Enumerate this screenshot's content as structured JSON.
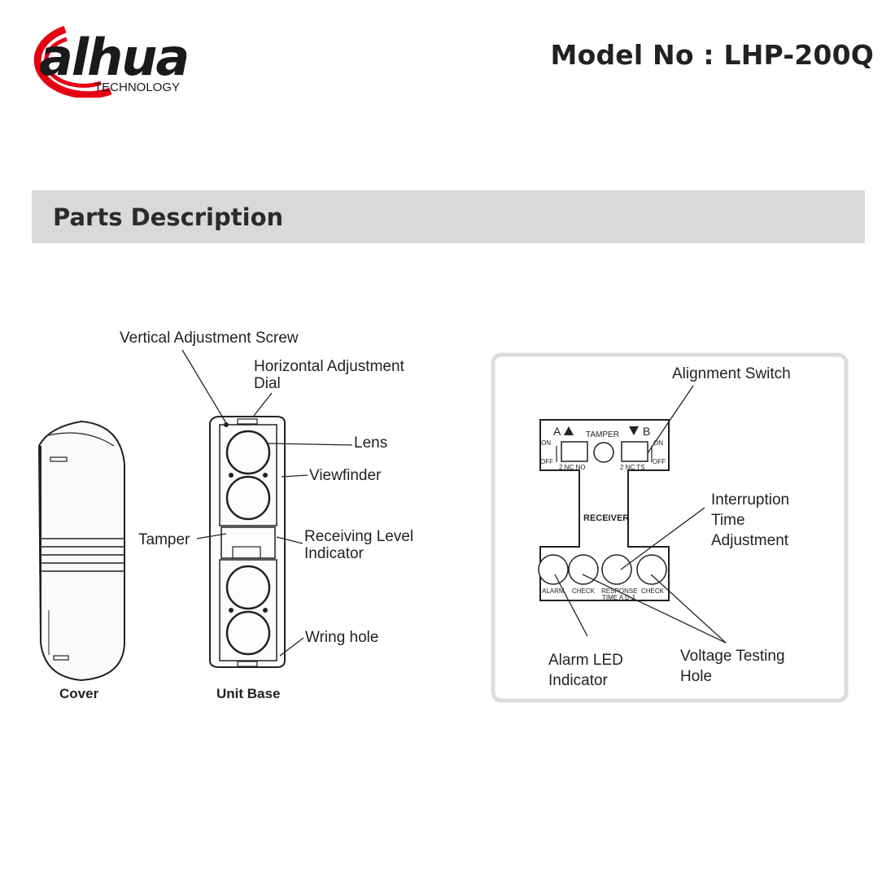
{
  "brand": {
    "name": "alhua",
    "tagline": "TECHNOLOGY",
    "colors": {
      "red": "#e60012",
      "black": "#1a1a1a"
    }
  },
  "header": {
    "model": "Model No : LHP-200Q"
  },
  "section": {
    "title": "Parts Description"
  },
  "left_diagram": {
    "cover_caption": "Cover",
    "unit_caption": "Unit Base",
    "labels": {
      "vertical_screw": "Vertical Adjustment Screw",
      "horizontal_dial_1": "Horizontal Adjustment",
      "horizontal_dial_2": "Dial",
      "lens": "Lens",
      "viewfinder": "Viewfinder",
      "tamper": "Tamper",
      "receiving_level_1": "Receiving Level",
      "receiving_level_2": "Indicator",
      "wiring_hole": "Wring hole"
    }
  },
  "right_diagram": {
    "board": {
      "a_label": "A",
      "b_label": "B",
      "tamper": "TAMPER",
      "on": "ON",
      "off": "OFF",
      "switch_a_pins": "2  NC  NO",
      "switch_b_pins": "2  NC  TS",
      "receiver": "RECEIVER",
      "alarm": "ALARM",
      "check_1": "CHECK",
      "response_1": "RESPONSE",
      "response_2": "TIME A D J",
      "check_2": "CHECK"
    },
    "labels": {
      "alignment_switch": "Alignment Switch",
      "interruption_1": "Interruption",
      "interruption_2": "Time",
      "interruption_3": "Adjustment",
      "alarm_led_1": "Alarm LED",
      "alarm_led_2": "Indicator",
      "voltage_1": "Voltage Testing",
      "voltage_2": "Hole"
    }
  }
}
